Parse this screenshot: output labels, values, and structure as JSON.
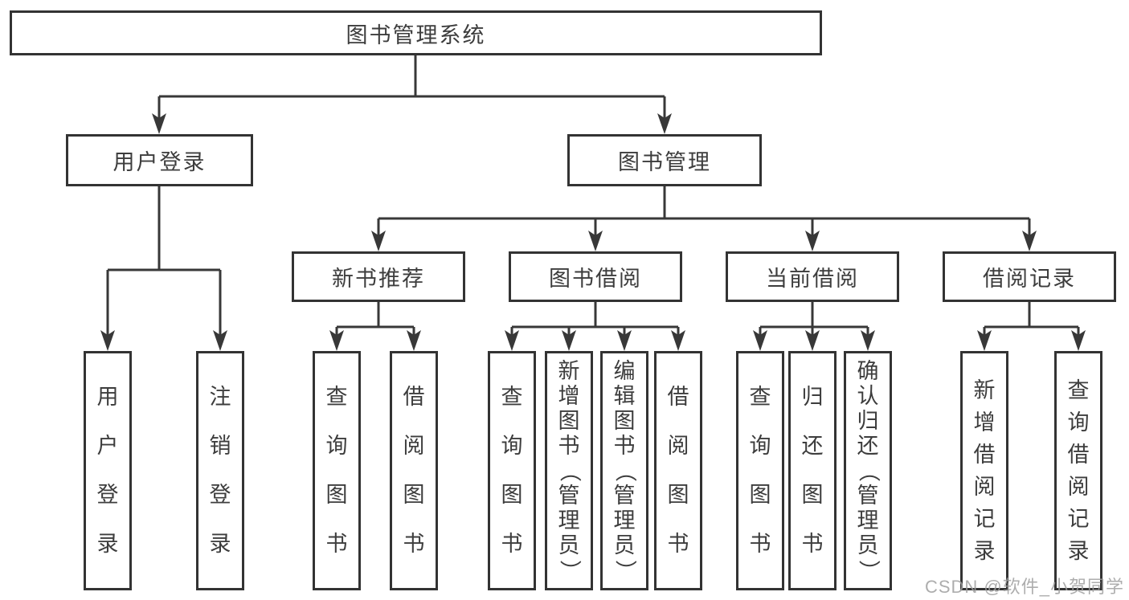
{
  "diagram_title": "图书管理系统",
  "watermark": "CSDN @软件_小贺同学",
  "colors": {
    "line": "#383838",
    "box_border": "#333333",
    "text": "#3d3d3d",
    "watermark": "#9f9f9f",
    "background": "#ffffff"
  },
  "nodes": {
    "root": {
      "label": "图书管理系统",
      "children": [
        "user_login",
        "book_mgmt"
      ]
    },
    "user_login": {
      "label": "用户登录",
      "children": [
        "leaf_user_login",
        "leaf_logout"
      ]
    },
    "book_mgmt": {
      "label": "图书管理",
      "children": [
        "new_books",
        "book_borrow",
        "current_borrow",
        "borrow_records"
      ]
    },
    "new_books": {
      "label": "新书推荐",
      "children": [
        "leaf_nb_query",
        "leaf_nb_borrow"
      ]
    },
    "book_borrow": {
      "label": "图书借阅",
      "children": [
        "leaf_bb_query",
        "leaf_bb_add",
        "leaf_bb_edit",
        "leaf_bb_borrow"
      ]
    },
    "current_borrow": {
      "label": "当前借阅",
      "children": [
        "leaf_cb_query",
        "leaf_cb_return",
        "leaf_cb_confirm"
      ]
    },
    "borrow_records": {
      "label": "借阅记录",
      "children": [
        "leaf_br_add",
        "leaf_br_query"
      ]
    },
    "leaf_user_login": {
      "label": "用户登录"
    },
    "leaf_logout": {
      "label": "注销登录"
    },
    "leaf_nb_query": {
      "label": "查询图书"
    },
    "leaf_nb_borrow": {
      "label": "借阅图书"
    },
    "leaf_bb_query": {
      "label": "查询图书"
    },
    "leaf_bb_add": {
      "label": "新增图书（管理员）"
    },
    "leaf_bb_edit": {
      "label": "编辑图书（管理员）"
    },
    "leaf_bb_borrow": {
      "label": "借阅图书"
    },
    "leaf_cb_query": {
      "label": "查询图书"
    },
    "leaf_cb_return": {
      "label": "归还图书"
    },
    "leaf_cb_confirm": {
      "label": "确认归还（管理员）"
    },
    "leaf_br_add": {
      "label": "新增借阅记录"
    },
    "leaf_br_query": {
      "label": "查询借阅记录"
    }
  }
}
